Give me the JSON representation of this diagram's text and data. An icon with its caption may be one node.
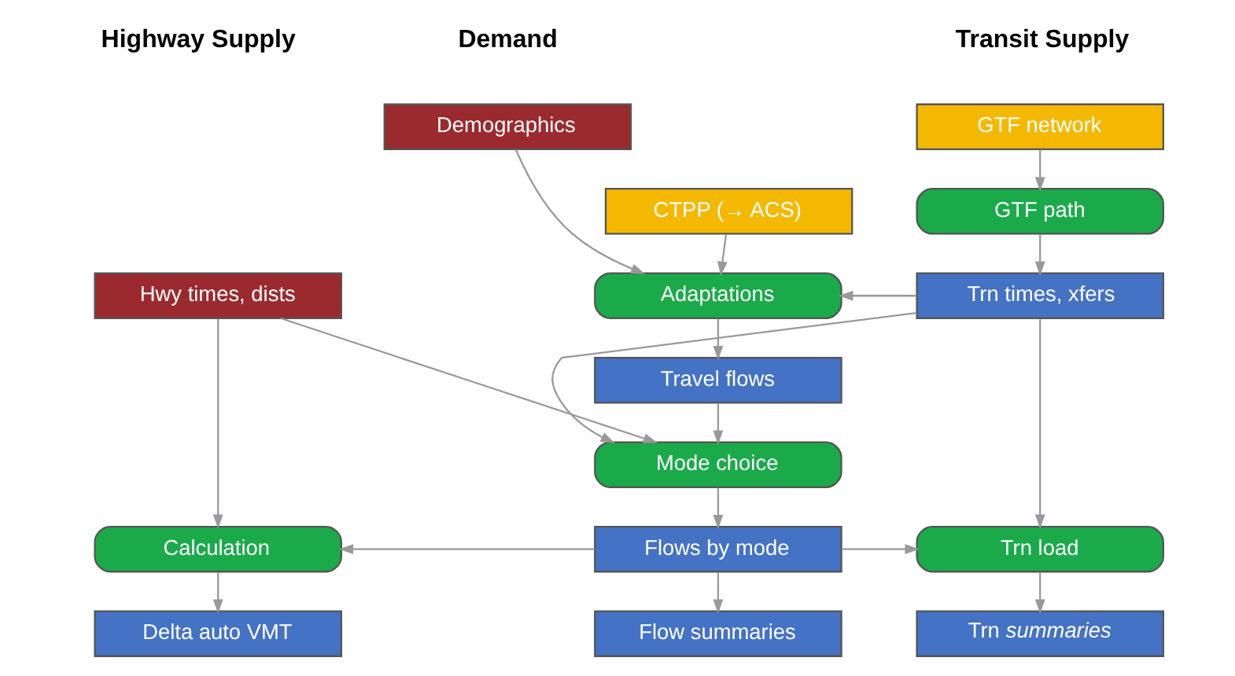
{
  "diagram": {
    "nodes": [
      {
        "text": [
          "Demographics"
        ]
      },
      {
        "text": [
          "CTPP (→ ACS)"
        ]
      },
      {
        "text": [
          "Adaptations"
        ]
      },
      {
        "text": [
          "Travel flows"
        ]
      },
      {
        "text": [
          "Mode choice"
        ]
      },
      {
        "text": [
          "Flows by mode"
        ]
      },
      {
        "text": [
          "Flow summaries"
        ]
      },
      {
        "text": [
          "Hwy times, dists"
        ]
      },
      {
        "text": [
          "Calculation"
        ]
      },
      {
        "text": [
          "Delta auto VMT"
        ]
      },
      {
        "text": [
          "GTF network"
        ]
      },
      {
        "text": [
          "GTF path"
        ]
      },
      {
        "text": [
          "Trn times, xfers"
        ]
      },
      {
        "text": [
          "Trn load"
        ]
      },
      {
        "text": [
          "Trn *summaries*"
        ]
      }
    ],
    "edges": [
      {
        "from": 0,
        "to": 2,
        "arrow": "to"
      },
      {
        "from": 1,
        "to": 2,
        "arrow": "to"
      },
      {
        "from": 2,
        "to": 3,
        "arrow": "to"
      },
      {
        "from": 3,
        "to": 4,
        "arrow": "to"
      },
      {
        "from": 4,
        "to": 5,
        "arrow": "to"
      },
      {
        "from": 5,
        "to": 6,
        "arrow": "to"
      },
      {
        "from": 7,
        "to": 4,
        "arrow": "to"
      },
      {
        "from": 7,
        "to": 8,
        "arrow": "to"
      },
      {
        "from": 5,
        "to": 8,
        "arrow": "to"
      },
      {
        "from": 8,
        "to": 9,
        "arrow": "to"
      },
      {
        "from": 10,
        "to": 11,
        "arrow": "to"
      },
      {
        "from": 11,
        "to": 12,
        "arrow": "to"
      },
      {
        "from": 12,
        "to": 2,
        "arrow": "to"
      },
      {
        "from": 12,
        "to": 4,
        "arrow": "to"
      },
      {
        "from": 12,
        "to": 13,
        "arrow": "to"
      },
      {
        "from": 5,
        "to": 13,
        "arrow": "to"
      },
      {
        "from": 13,
        "to": 14,
        "arrow": "to"
      }
    ],
    "labels": [
      "Highway Supply",
      "Demand",
      "Transit Supply"
    ]
  }
}
